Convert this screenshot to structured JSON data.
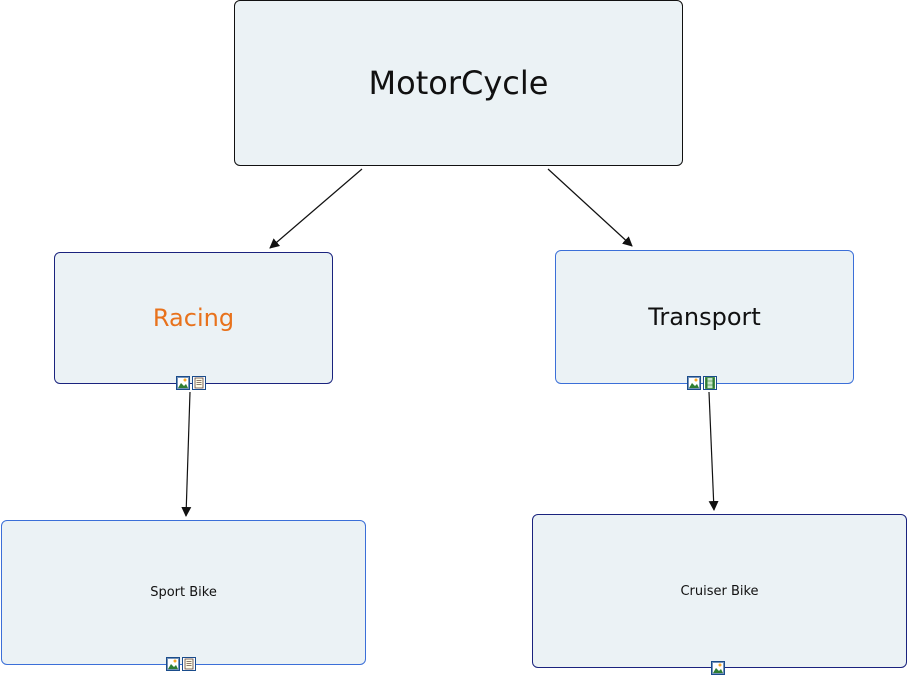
{
  "nodes": {
    "root": {
      "label": "MotorCycle"
    },
    "racing": {
      "label": "Racing",
      "attachments": [
        "image-icon",
        "document-icon"
      ]
    },
    "transport": {
      "label": "Transport",
      "attachments": [
        "image-icon",
        "film-icon"
      ]
    },
    "sport_bike": {
      "label": "Sport Bike",
      "attachments": [
        "image-icon",
        "document-icon"
      ]
    },
    "cruiser_bike": {
      "label": "Cruiser Bike",
      "attachments": [
        "image-icon"
      ]
    }
  },
  "links": [
    {
      "from": "MotorCycle",
      "to": "Racing"
    },
    {
      "from": "MotorCycle",
      "to": "Transport"
    },
    {
      "from": "Racing",
      "to": "Sport Bike"
    },
    {
      "from": "Transport",
      "to": "Cruiser Bike"
    }
  ],
  "colors": {
    "node_fill": "#ebf2f5",
    "racing_text": "#e8721c",
    "dark_border": "#1a237e",
    "light_border": "#3b6fd8",
    "arrow": "#111111"
  }
}
